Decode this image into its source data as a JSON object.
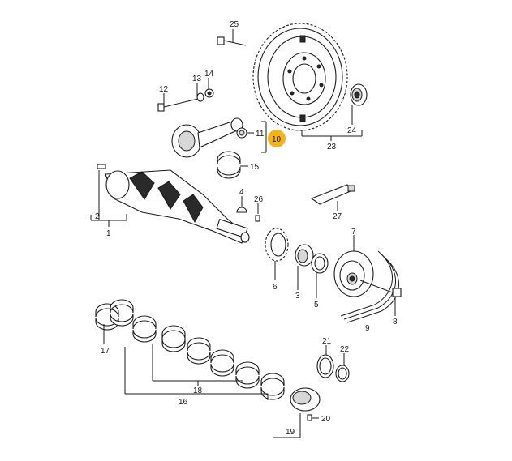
{
  "diagram": {
    "highlight_color": "#f2b31b",
    "labels": {
      "p1": "1",
      "p2": "2",
      "p3": "3",
      "p4": "4",
      "p5": "5",
      "p6": "6",
      "p7": "7",
      "p8": "8",
      "p9": "9",
      "p10": "10",
      "p11": "11",
      "p12": "12",
      "p13": "13",
      "p14": "14",
      "p15": "15",
      "p16": "16",
      "p17": "17",
      "p18": "18",
      "p19": "19",
      "p20": "20",
      "p21": "21",
      "p22": "22",
      "p23": "23",
      "p24": "24",
      "p25": "25",
      "p26": "26",
      "p27": "27"
    }
  }
}
